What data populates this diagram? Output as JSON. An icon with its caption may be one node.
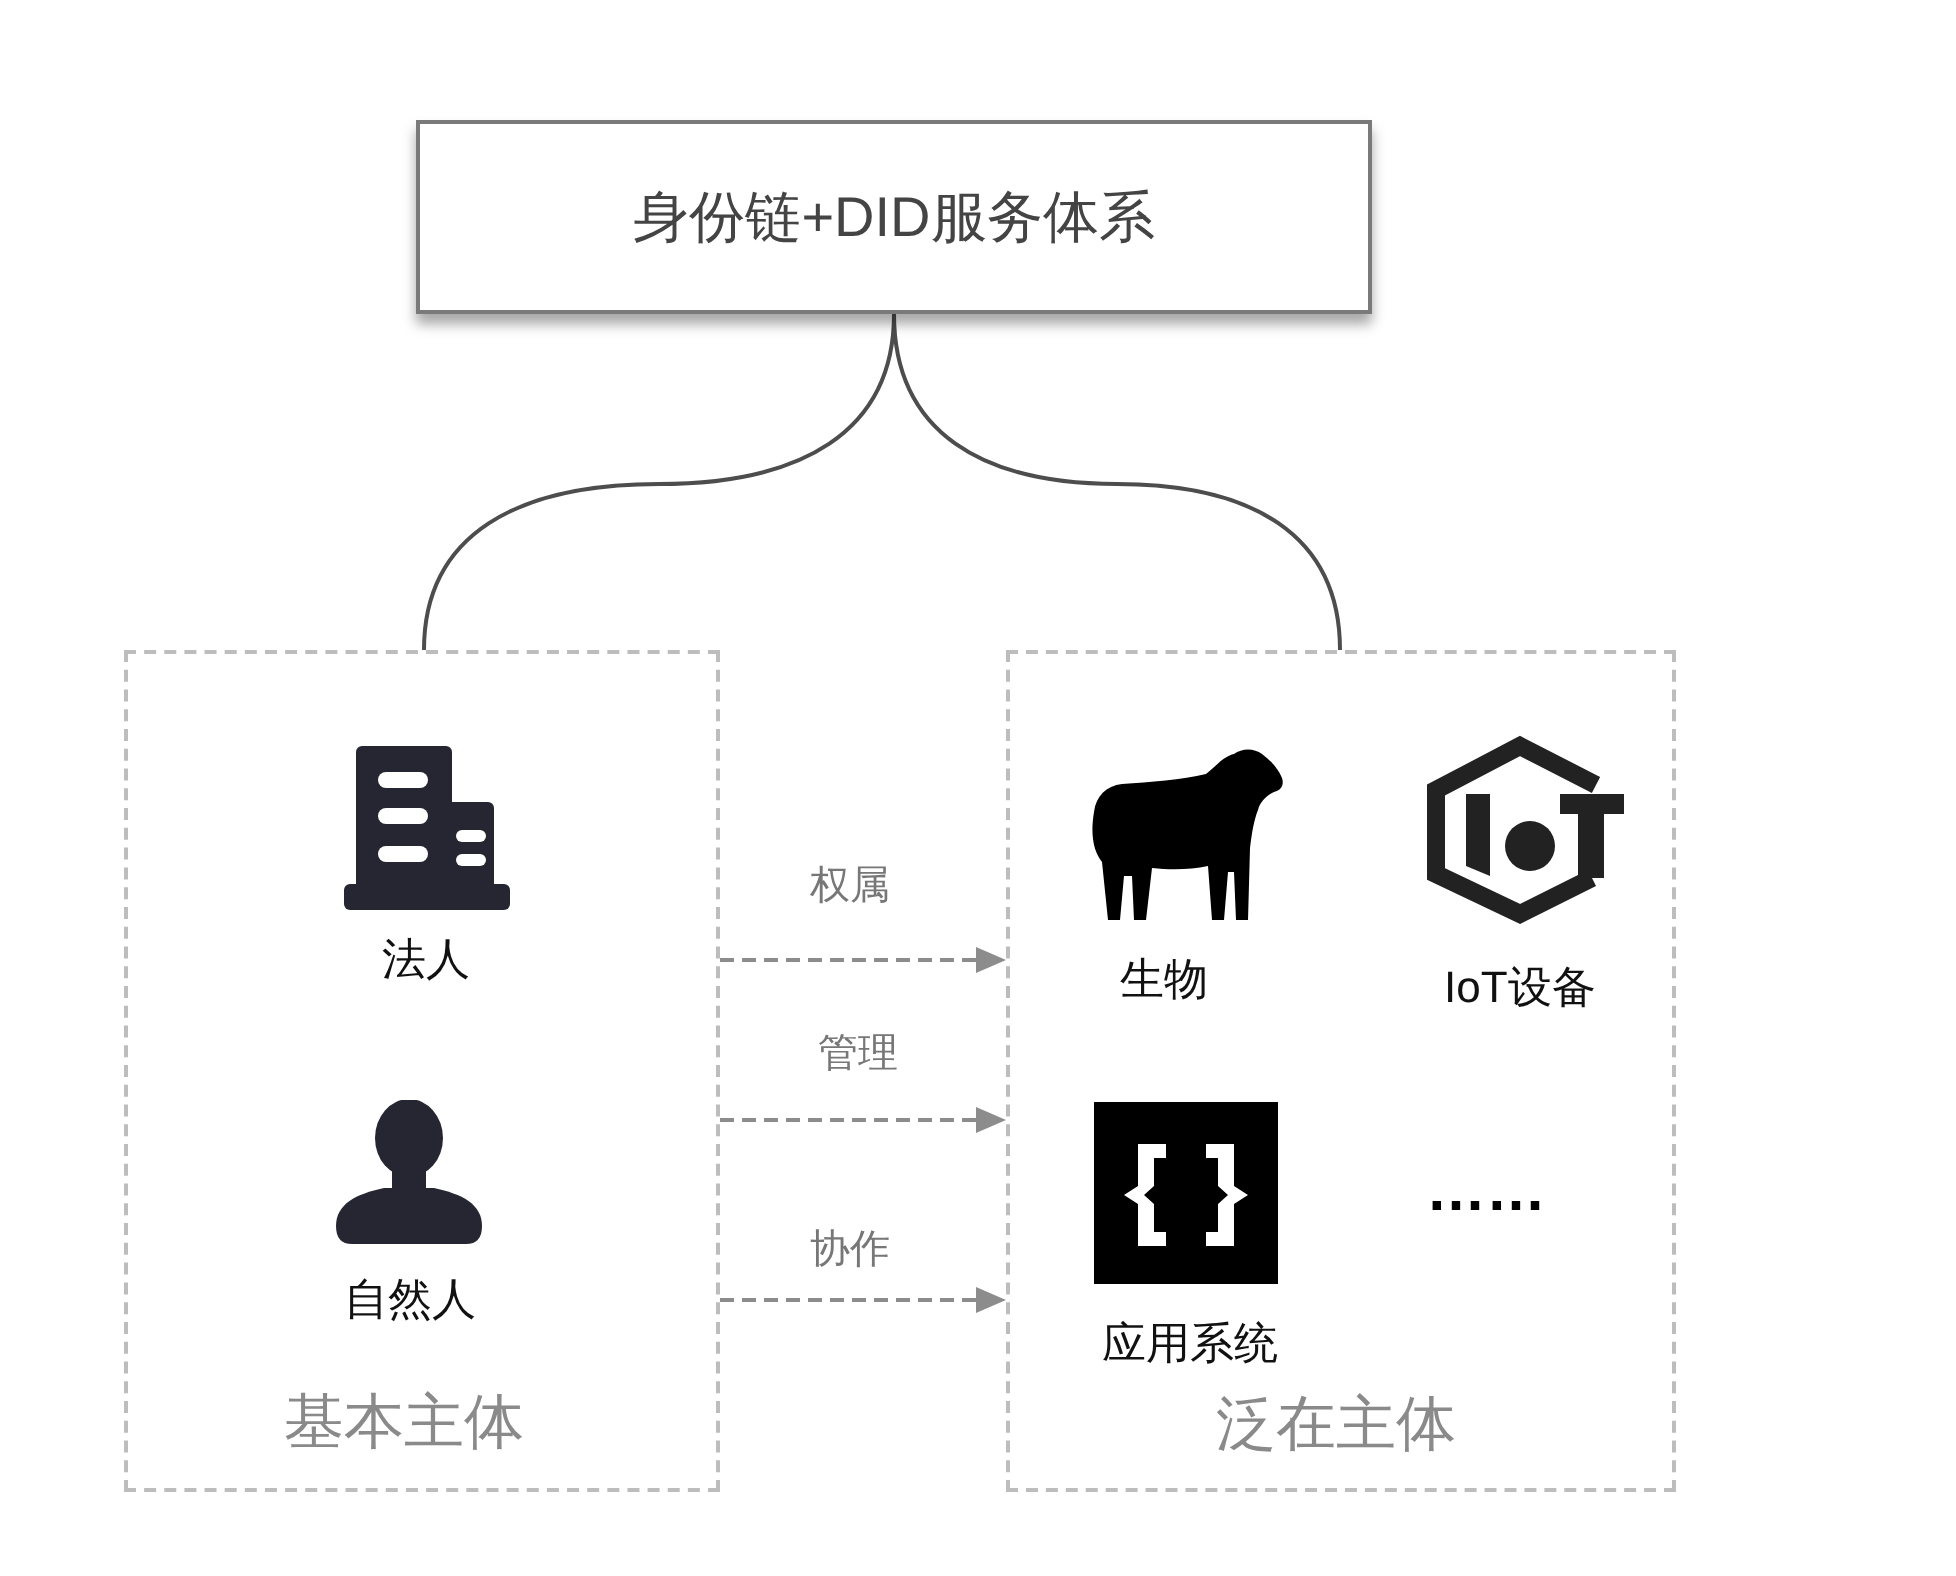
{
  "diagram": {
    "nodes": [
      {
        "text": [
          "身份链+DID服务体系"
        ]
      },
      {
        "text": [
          "基本主体"
        ]
      },
      {
        "text": [
          "法人"
        ],
        "in": 1
      },
      {
        "text": [
          "自然人"
        ],
        "in": 1
      },
      {
        "text": [
          "泛在主体"
        ]
      },
      {
        "text": [
          "生物"
        ],
        "in": 4
      },
      {
        "text": [
          "IoT设备"
        ],
        "in": 4
      },
      {
        "text": [
          "应用系统"
        ],
        "in": 4
      }
    ],
    "edges": [
      {
        "from": 0,
        "to": 1,
        "arrow": "none",
        "color": "#4d4d4d"
      },
      {
        "from": 0,
        "to": 4,
        "arrow": "none",
        "color": "#4d4d4d"
      },
      {
        "from": 1,
        "to": 4,
        "arrow": "to",
        "label": "权属",
        "style": "dashed"
      },
      {
        "from": 1,
        "to": 4,
        "arrow": "to",
        "label": "管理",
        "style": "dashed"
      },
      {
        "from": 1,
        "to": 4,
        "arrow": "to",
        "label": "协作",
        "style": "dashed"
      }
    ],
    "labels": [
      "……"
    ]
  }
}
